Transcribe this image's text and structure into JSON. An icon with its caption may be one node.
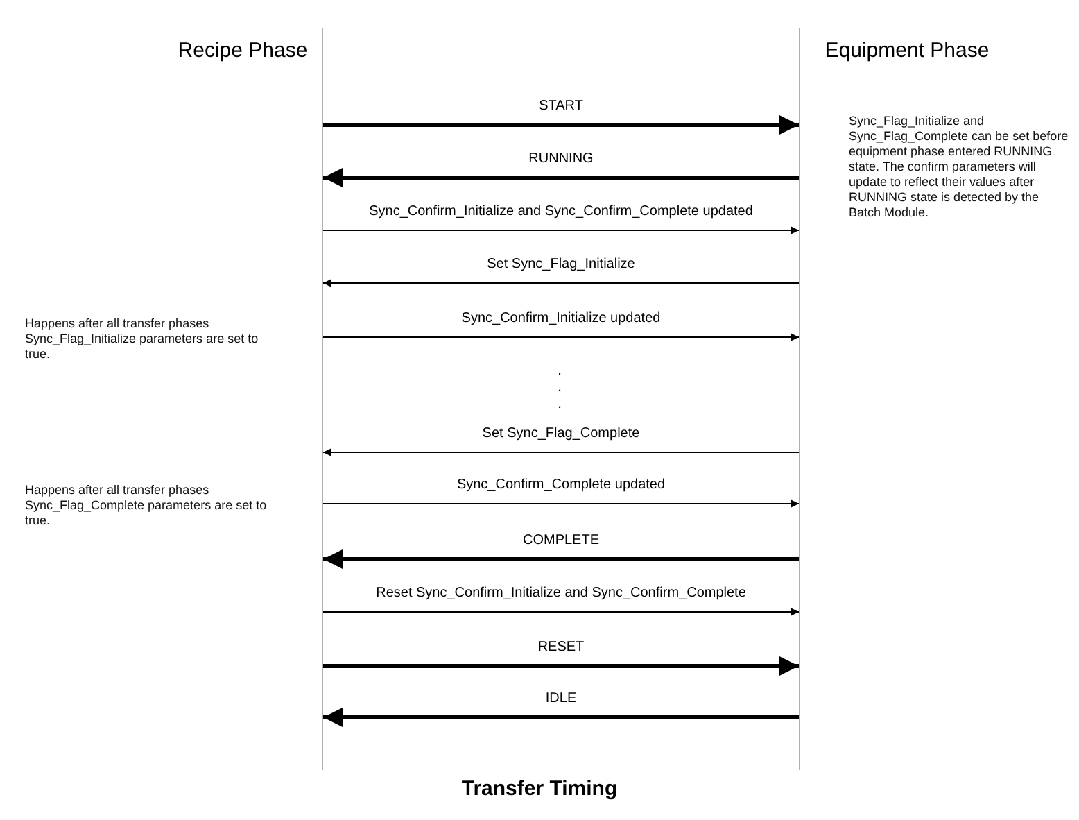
{
  "diagram": {
    "caption": "Transfer Timing",
    "nodes": [
      {
        "text": [
          "Recipe Phase"
        ]
      },
      {
        "text": [
          "Equipment Phase"
        ]
      }
    ],
    "edges": [
      {
        "from": 0,
        "to": 1,
        "arrow": "to",
        "label": "START",
        "style": "thick"
      },
      {
        "from": 1,
        "to": 0,
        "arrow": "to",
        "label": "RUNNING",
        "style": "thick"
      },
      {
        "from": 0,
        "to": 1,
        "arrow": "to",
        "label": "Sync_Confirm_Initialize and Sync_Confirm_Complete updated"
      },
      {
        "from": 1,
        "to": 0,
        "arrow": "to",
        "label": "Set Sync_Flag_Initialize"
      },
      {
        "from": 0,
        "to": 1,
        "arrow": "to",
        "label": "Sync_Confirm_Initialize updated"
      },
      {
        "from": 1,
        "to": 0,
        "arrow": "to",
        "label": "Set Sync_Flag_Complete"
      },
      {
        "from": 0,
        "to": 1,
        "arrow": "to",
        "label": "Sync_Confirm_Complete updated"
      },
      {
        "from": 1,
        "to": 0,
        "arrow": "to",
        "label": "COMPLETE",
        "style": "thick"
      },
      {
        "from": 0,
        "to": 1,
        "arrow": "to",
        "label": "Reset Sync_Confirm_Initialize and Sync_Confirm_Complete"
      },
      {
        "from": 0,
        "to": 1,
        "arrow": "to",
        "label": "RESET",
        "style": "thick"
      },
      {
        "from": 1,
        "to": 0,
        "arrow": "to",
        "label": "IDLE",
        "style": "thick"
      }
    ],
    "labels": [
      "Sync_Flag_Initialize and Sync_Flag_Complete can be set before equipment phase entered RUNNING state. The confirm parameters will update to reflect their values after RUNNING state is detected by the Batch Module.",
      "Happens after all transfer phases Sync_Flag_Initialize parameters are set to true.",
      ".",
      ".",
      ".",
      "Happens after all transfer phases Sync_Flag_Complete parameters are set to true."
    ]
  }
}
